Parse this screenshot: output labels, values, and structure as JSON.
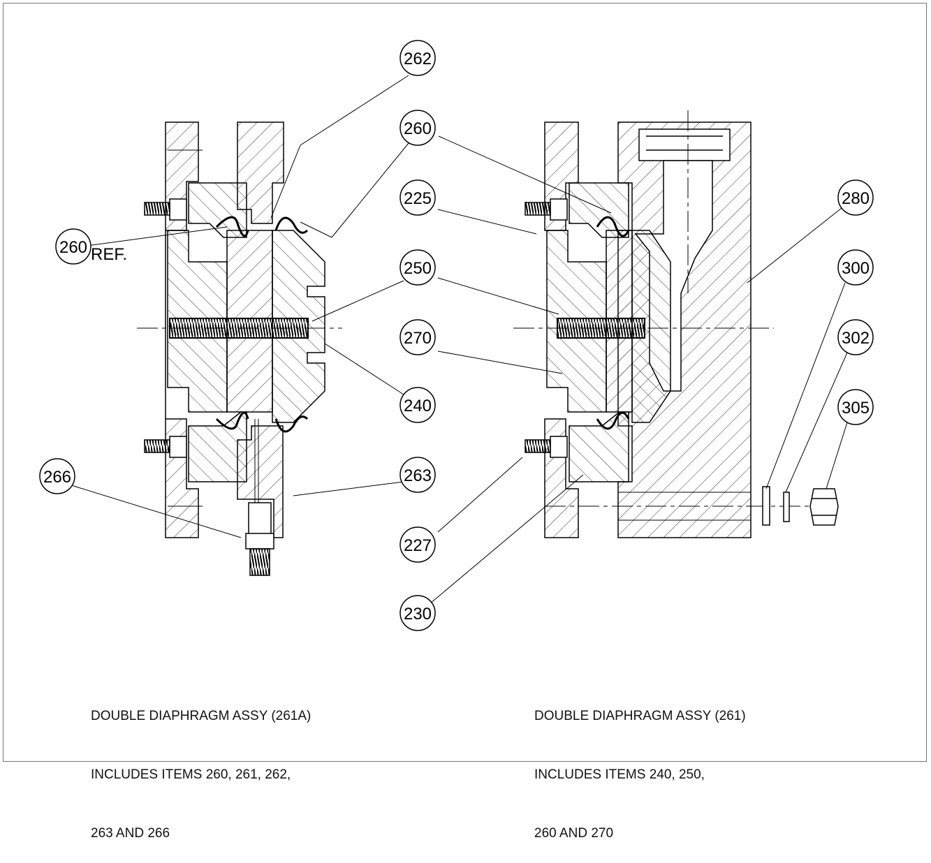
{
  "left_assembly": {
    "ref_label": "REF.",
    "balloons": {
      "b262": "262",
      "b260_right": "260",
      "b260_ref": "260",
      "b250": "250",
      "b240": "240",
      "b263": "263",
      "b266": "266"
    },
    "caption": [
      "DOUBLE DIAPHRAGM ASSY (261A)",
      "INCLUDES ITEMS 260, 261, 262,",
      "263 AND 266"
    ]
  },
  "right_assembly": {
    "balloons": {
      "b260": "260",
      "b225": "225",
      "b270": "270",
      "b227": "227",
      "b230": "230",
      "b280": "280",
      "b300": "300",
      "b302": "302",
      "b305": "305"
    },
    "caption": [
      "DOUBLE DIAPHRAGM ASSY (261)",
      "INCLUDES ITEMS 240, 250,",
      "260 AND 270"
    ]
  },
  "colors": {
    "line": "#000000",
    "hatch": "#333333",
    "frame": "#777777"
  }
}
